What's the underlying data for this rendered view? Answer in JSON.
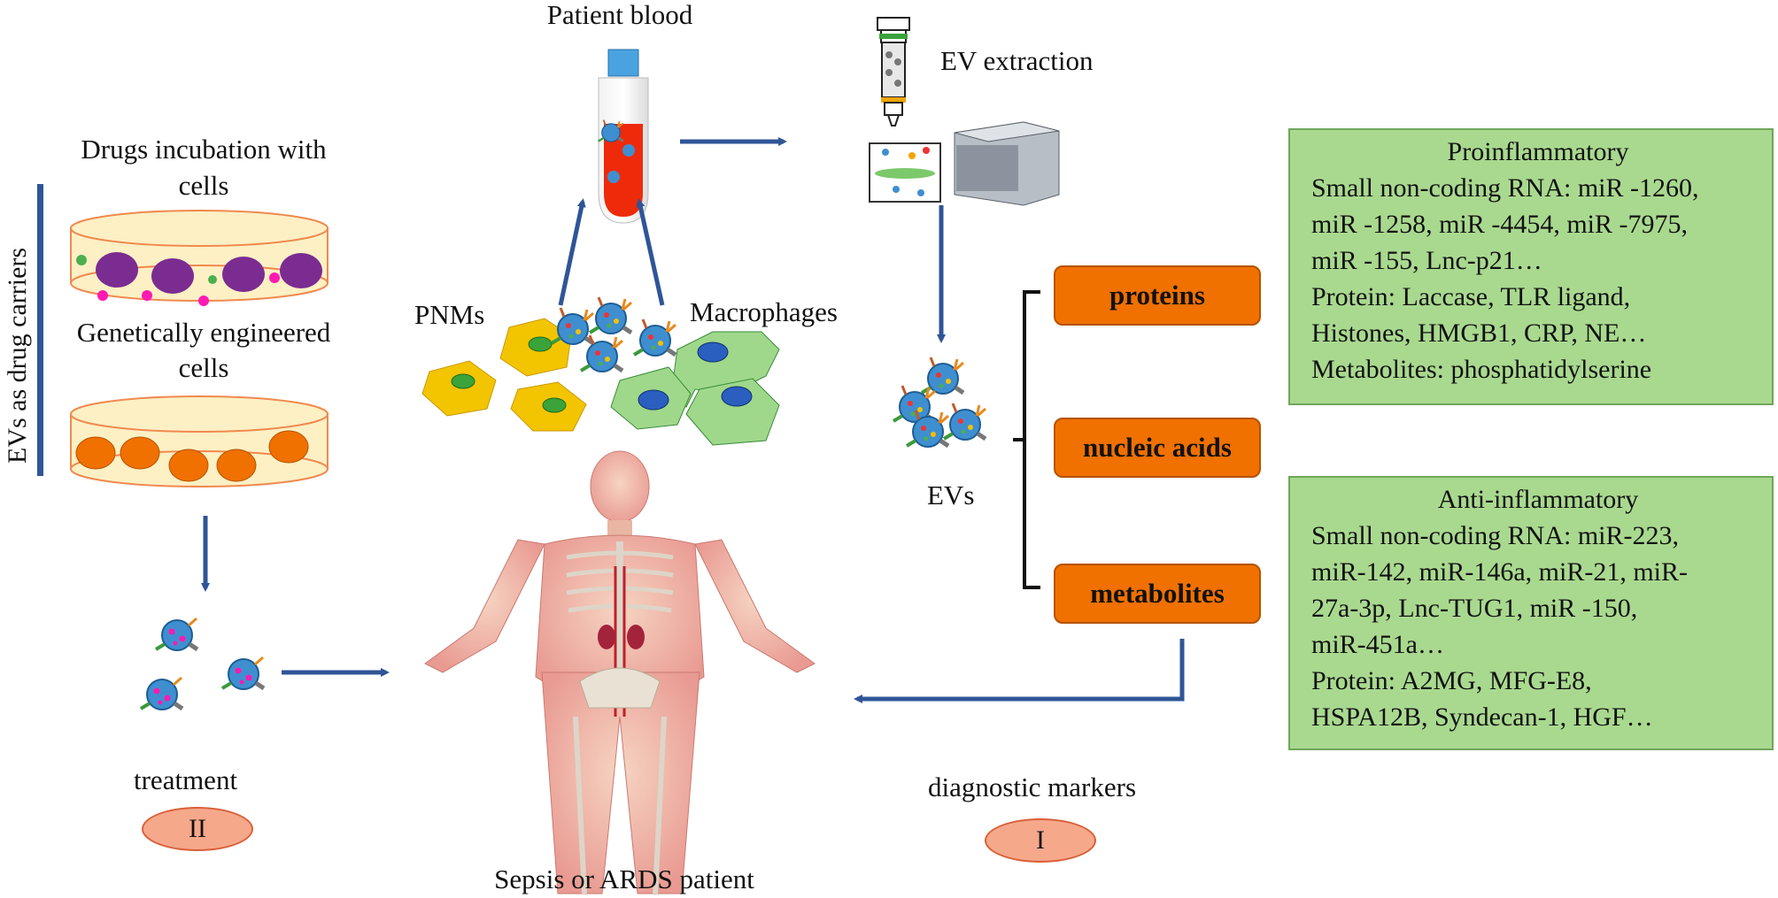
{
  "labels": {
    "patient_blood": "Patient blood",
    "ev_extraction": "EV extraction",
    "drugs_incubation_1": "Drugs incubation with",
    "drugs_incubation_2": "cells",
    "genetically_1": "Genetically engineered",
    "genetically_2": "cells",
    "evs_drug_carriers": "EVs as drug carriers",
    "pnms": "PNMs",
    "macrophages": "Macrophages",
    "evs": "EVs",
    "treatment": "treatment",
    "diagnostic_markers": "diagnostic markers",
    "patient": "Sepsis or ARDS patient"
  },
  "cargo_boxes": [
    "proteins",
    "nucleic acids",
    "metabolites"
  ],
  "proinflammatory": {
    "title": "Proinflammatory",
    "lines": [
      "Small non-coding RNA: miR -1260,",
      "miR -1258, miR -4454, miR -7975,",
      "miR -155, Lnc-p21…",
      "Protein: Laccase, TLR ligand,",
      "Histones, HMGB1, CRP, NE…",
      "Metabolites: phosphatidylserine"
    ]
  },
  "antiinflammatory": {
    "title": "Anti-inflammatory",
    "lines": [
      "Small non-coding RNA: miR-223,",
      "miR-142, miR-146a, miR-21, miR-",
      "27a-3p, Lnc-TUG1,  miR -150,",
      "miR-451a…",
      "Protein: A2MG, MFG-E8,",
      "HSPA12B, Syndecan-1, HGF…"
    ]
  },
  "badges": {
    "diagnostic": "I",
    "treatment": "II"
  },
  "colors": {
    "arrow": "#2f5597",
    "orange_box": "#f07000",
    "green_box": "#a9d98f",
    "pill": "#f6a88a",
    "dish_fill": "#fdf0c4",
    "dish_border": "#f0894f"
  }
}
